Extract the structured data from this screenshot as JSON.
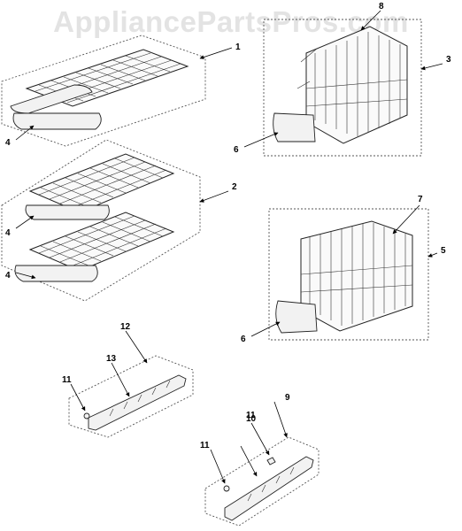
{
  "watermark": "AppliancePartsPros.com",
  "callouts": [
    "1",
    "2",
    "3",
    "4",
    "4",
    "4",
    "5",
    "6",
    "6",
    "7",
    "8",
    "9",
    "10",
    "11",
    "11",
    "11",
    "12",
    "13"
  ],
  "colors": {
    "line": "#222222",
    "dashed_box": "#555555",
    "watermark": "#e3e3e3",
    "background": "#ffffff"
  }
}
